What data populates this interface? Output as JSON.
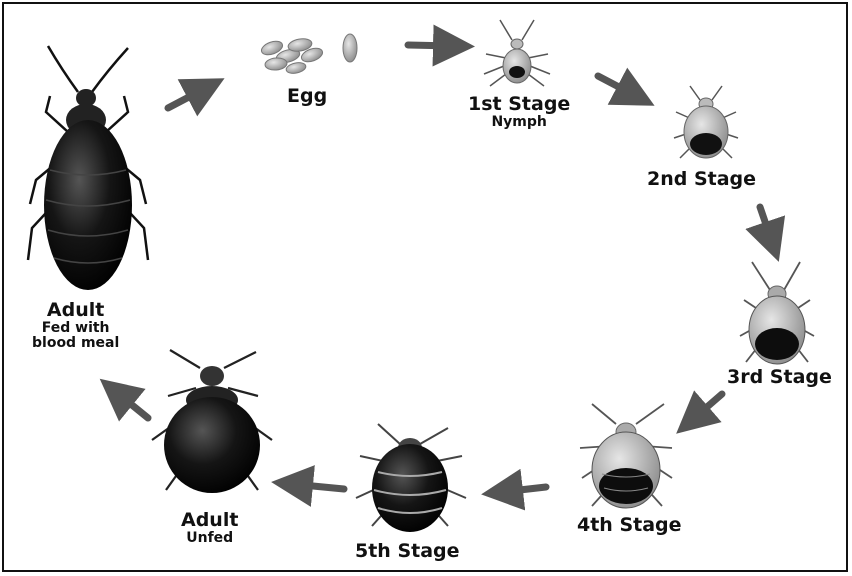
{
  "diagram": {
    "stages": {
      "egg": {
        "label": "Egg"
      },
      "stage1": {
        "label": "1st Stage",
        "sub": "Nymph"
      },
      "stage2": {
        "label": "2nd Stage"
      },
      "stage3": {
        "label": "3rd Stage"
      },
      "stage4": {
        "label": "4th Stage"
      },
      "stage5": {
        "label": "5th Stage"
      },
      "adult_unfed": {
        "label": "Adult",
        "sub": "Unfed"
      },
      "adult_fed": {
        "label": "Adult",
        "sub_line1": "Fed with",
        "sub_line2": "blood meal"
      }
    },
    "colors": {
      "arrow": "#555555",
      "bug_dark": "#111111",
      "bug_light": "#9a9a9a",
      "outline": "#222222"
    }
  }
}
